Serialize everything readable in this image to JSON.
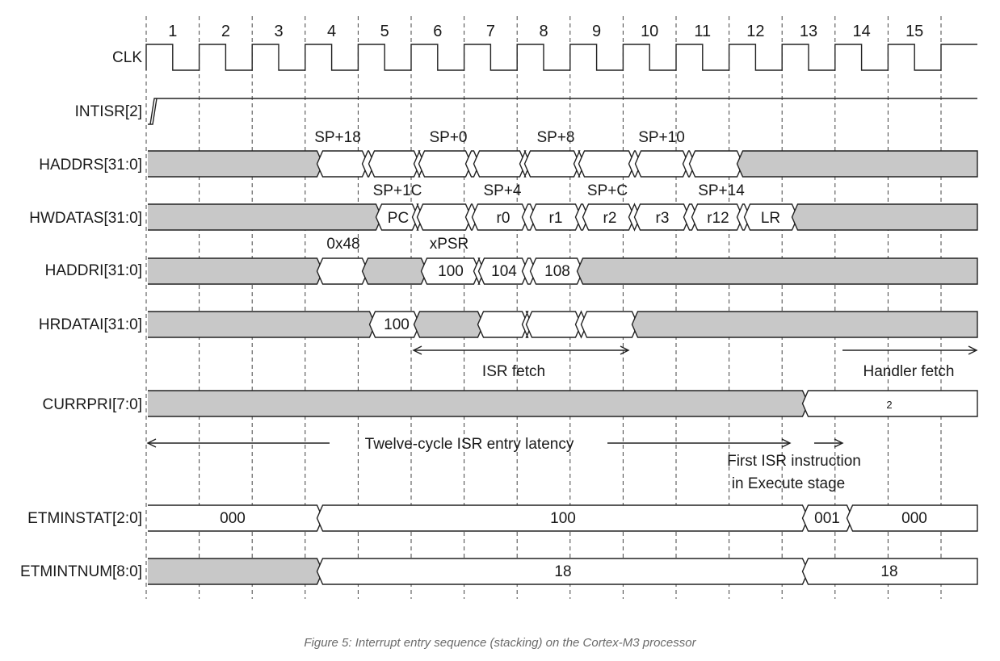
{
  "caption": "Figure 5: Interrupt entry sequence (stacking) on the Cortex-M3 processor",
  "cycles": [
    "1",
    "2",
    "3",
    "4",
    "5",
    "6",
    "7",
    "8",
    "9",
    "10",
    "11",
    "12",
    "13",
    "14",
    "15"
  ],
  "signals": {
    "clk": "CLK",
    "intisr": "INTISR[2]",
    "haddrs": "HADDRS[31:0]",
    "hwdatas": "HWDATAS[31:0]",
    "haddri": "HADDRI[31:0]",
    "hrdatai": "HRDATAI[31:0]",
    "currpri": "CURRPRI[7:0]",
    "etminstat": "ETMINSTAT[2:0]",
    "etmintnum": "ETMINTNUM[8:0]"
  },
  "haddrs": {
    "addr1": "SP+18",
    "addr2": "SP+0",
    "addr3": "SP+8",
    "addr4": "SP+10"
  },
  "hwdatas": {
    "addr1": "SP+1C",
    "addr2": "SP+4",
    "addr3": "SP+C",
    "addr4": "SP+14",
    "d_pc": "PC",
    "d_r0": "r0",
    "d_r1": "r1",
    "d_r2": "r2",
    "d_r3": "r3",
    "d_r12": "r12",
    "d_lr": "LR"
  },
  "haddri": {
    "addr1": "0x48",
    "addr2": "xPSR",
    "v100": "100",
    "v104": "104",
    "v108": "108"
  },
  "hrdatai": {
    "v100": "100"
  },
  "currpri": {
    "value": "2"
  },
  "etminstat": {
    "v1": "000",
    "v2": "100",
    "v3": "001",
    "v4": "000"
  },
  "etmintnum": {
    "v1": "18",
    "v2": "18"
  },
  "annotations": {
    "isr_fetch": "ISR fetch",
    "handler_fetch": "Handler fetch",
    "latency": "Twelve-cycle ISR entry latency",
    "first_isr_1": "First ISR instruction",
    "first_isr_2": "in Execute stage"
  }
}
